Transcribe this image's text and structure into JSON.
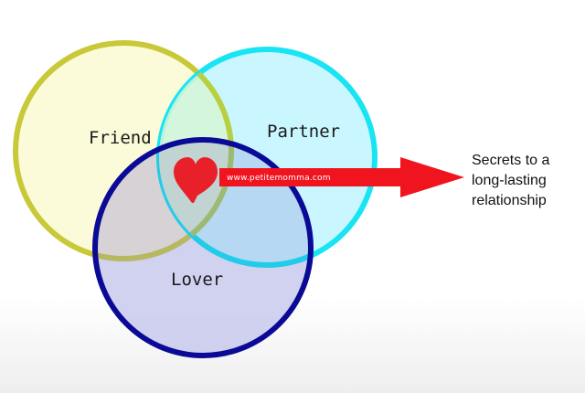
{
  "diagram": {
    "circles": [
      {
        "id": "friend",
        "label": "Friend",
        "fill": "#fbfbd9",
        "stroke": "#c8c838"
      },
      {
        "id": "partner",
        "label": "Partner",
        "fill": "#c9f6ff",
        "stroke": "#18e4f4"
      },
      {
        "id": "lover",
        "label": "Lover",
        "fill": "#c8c8ec",
        "stroke": "#0a0a96"
      }
    ],
    "heart": {
      "icon": "heart-icon",
      "color": "#e8202a"
    },
    "arrow": {
      "icon": "arrow-right-icon",
      "color": "#f0141e",
      "watermark": "www.petitemomma.com"
    },
    "caption": [
      "Secrets to a",
      "long-lasting",
      "relationship"
    ]
  }
}
